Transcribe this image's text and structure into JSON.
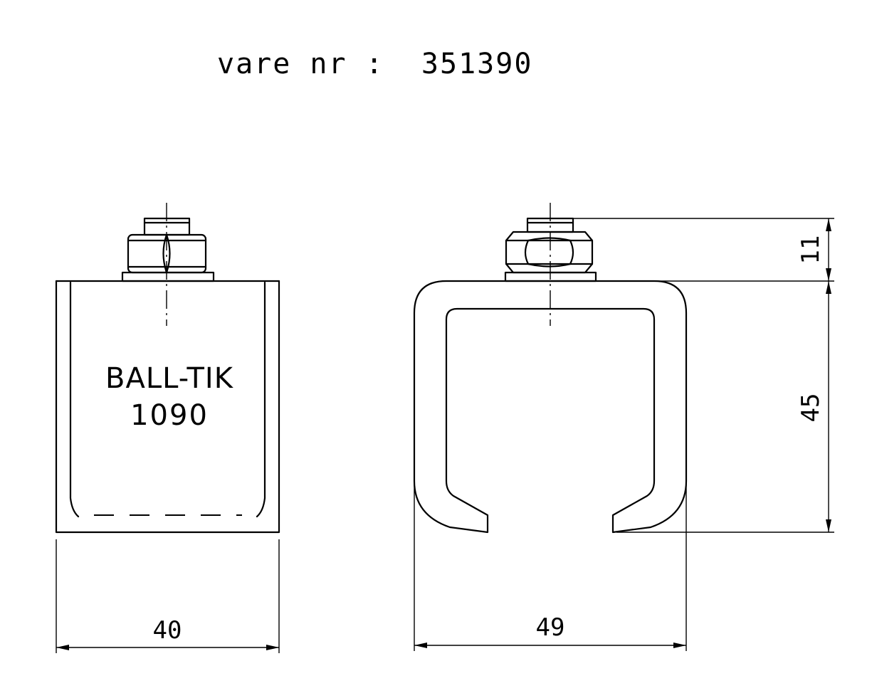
{
  "title": "vare nr :  351390",
  "brand": {
    "line1": "BALL-TIK",
    "line2": "1090"
  },
  "dimensions": {
    "width_side": "40",
    "width_front": "49",
    "height_bolt": "11",
    "height_body": "45"
  },
  "colors": {
    "line": "#000000",
    "background": "#ffffff"
  }
}
